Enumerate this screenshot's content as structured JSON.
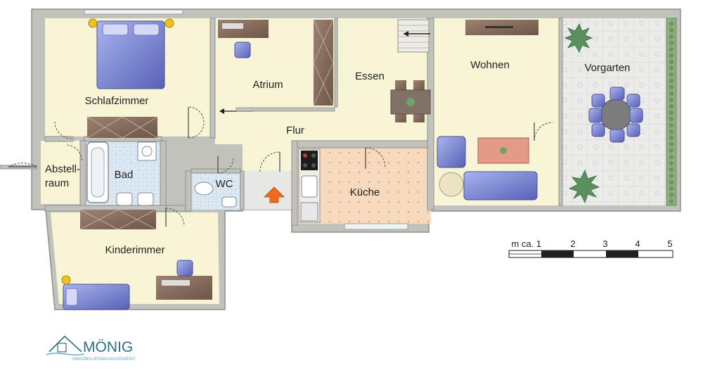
{
  "rooms": {
    "schlafzimmer": "Schlafzimmer",
    "atrium": "Atrium",
    "essen": "Essen",
    "wohnen": "Wohnen",
    "vorgarten": "Vorgarten",
    "flur": "Flur",
    "abstell_line1": "Abstell-",
    "abstell_line2": "raum",
    "bad": "Bad",
    "wc": "WC",
    "kueche": "Küche",
    "kinderzimmer": "Kinderimmer"
  },
  "scale_bar": {
    "unit_label": "m ca. 1",
    "ticks": [
      "2",
      "3",
      "4",
      "5"
    ]
  },
  "logo": {
    "name": "MÖNIG",
    "tagline": "IMMOBILIENMANAGEMENT"
  },
  "colors": {
    "wall": "#c2c2bd",
    "floor": "#f8f4d6",
    "tile": "#dce9f2",
    "kitchen": "#f7d9be",
    "terrace": "#e9e9e7",
    "furniture_blue": "#6f78c8",
    "wood": "#8b7160",
    "logo": "#2f6f80"
  }
}
